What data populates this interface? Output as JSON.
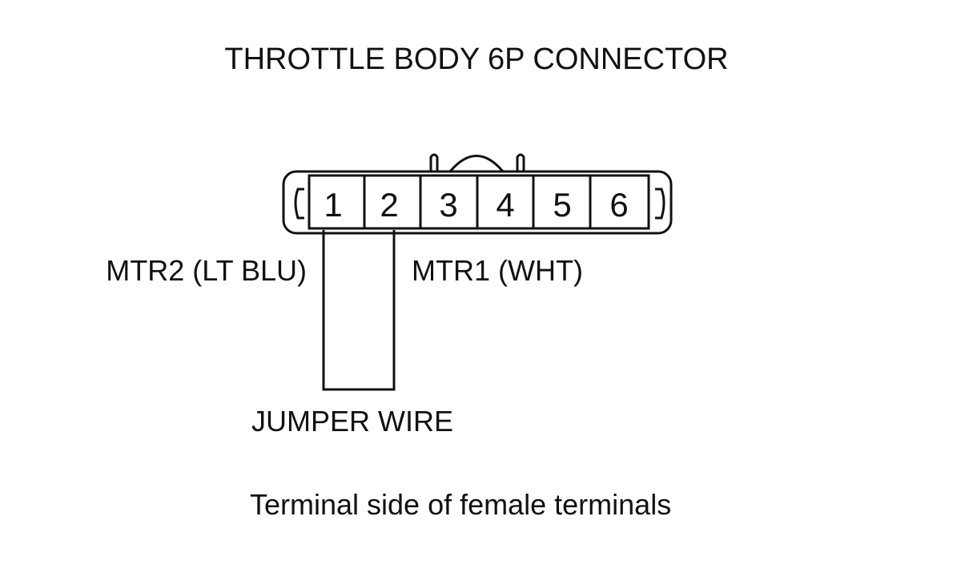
{
  "diagram": {
    "title": "THROTTLE BODY 6P CONNECTOR",
    "terminals": [
      "1",
      "2",
      "3",
      "4",
      "5",
      "6"
    ],
    "labels": {
      "mtr2": "MTR2 (LT BLU)",
      "mtr1": "MTR1 (WHT)",
      "jumper": "JUMPER WIRE",
      "caption": "Terminal side of female terminals"
    }
  },
  "colors": {
    "line": "#111111",
    "background": "#ffffff"
  }
}
